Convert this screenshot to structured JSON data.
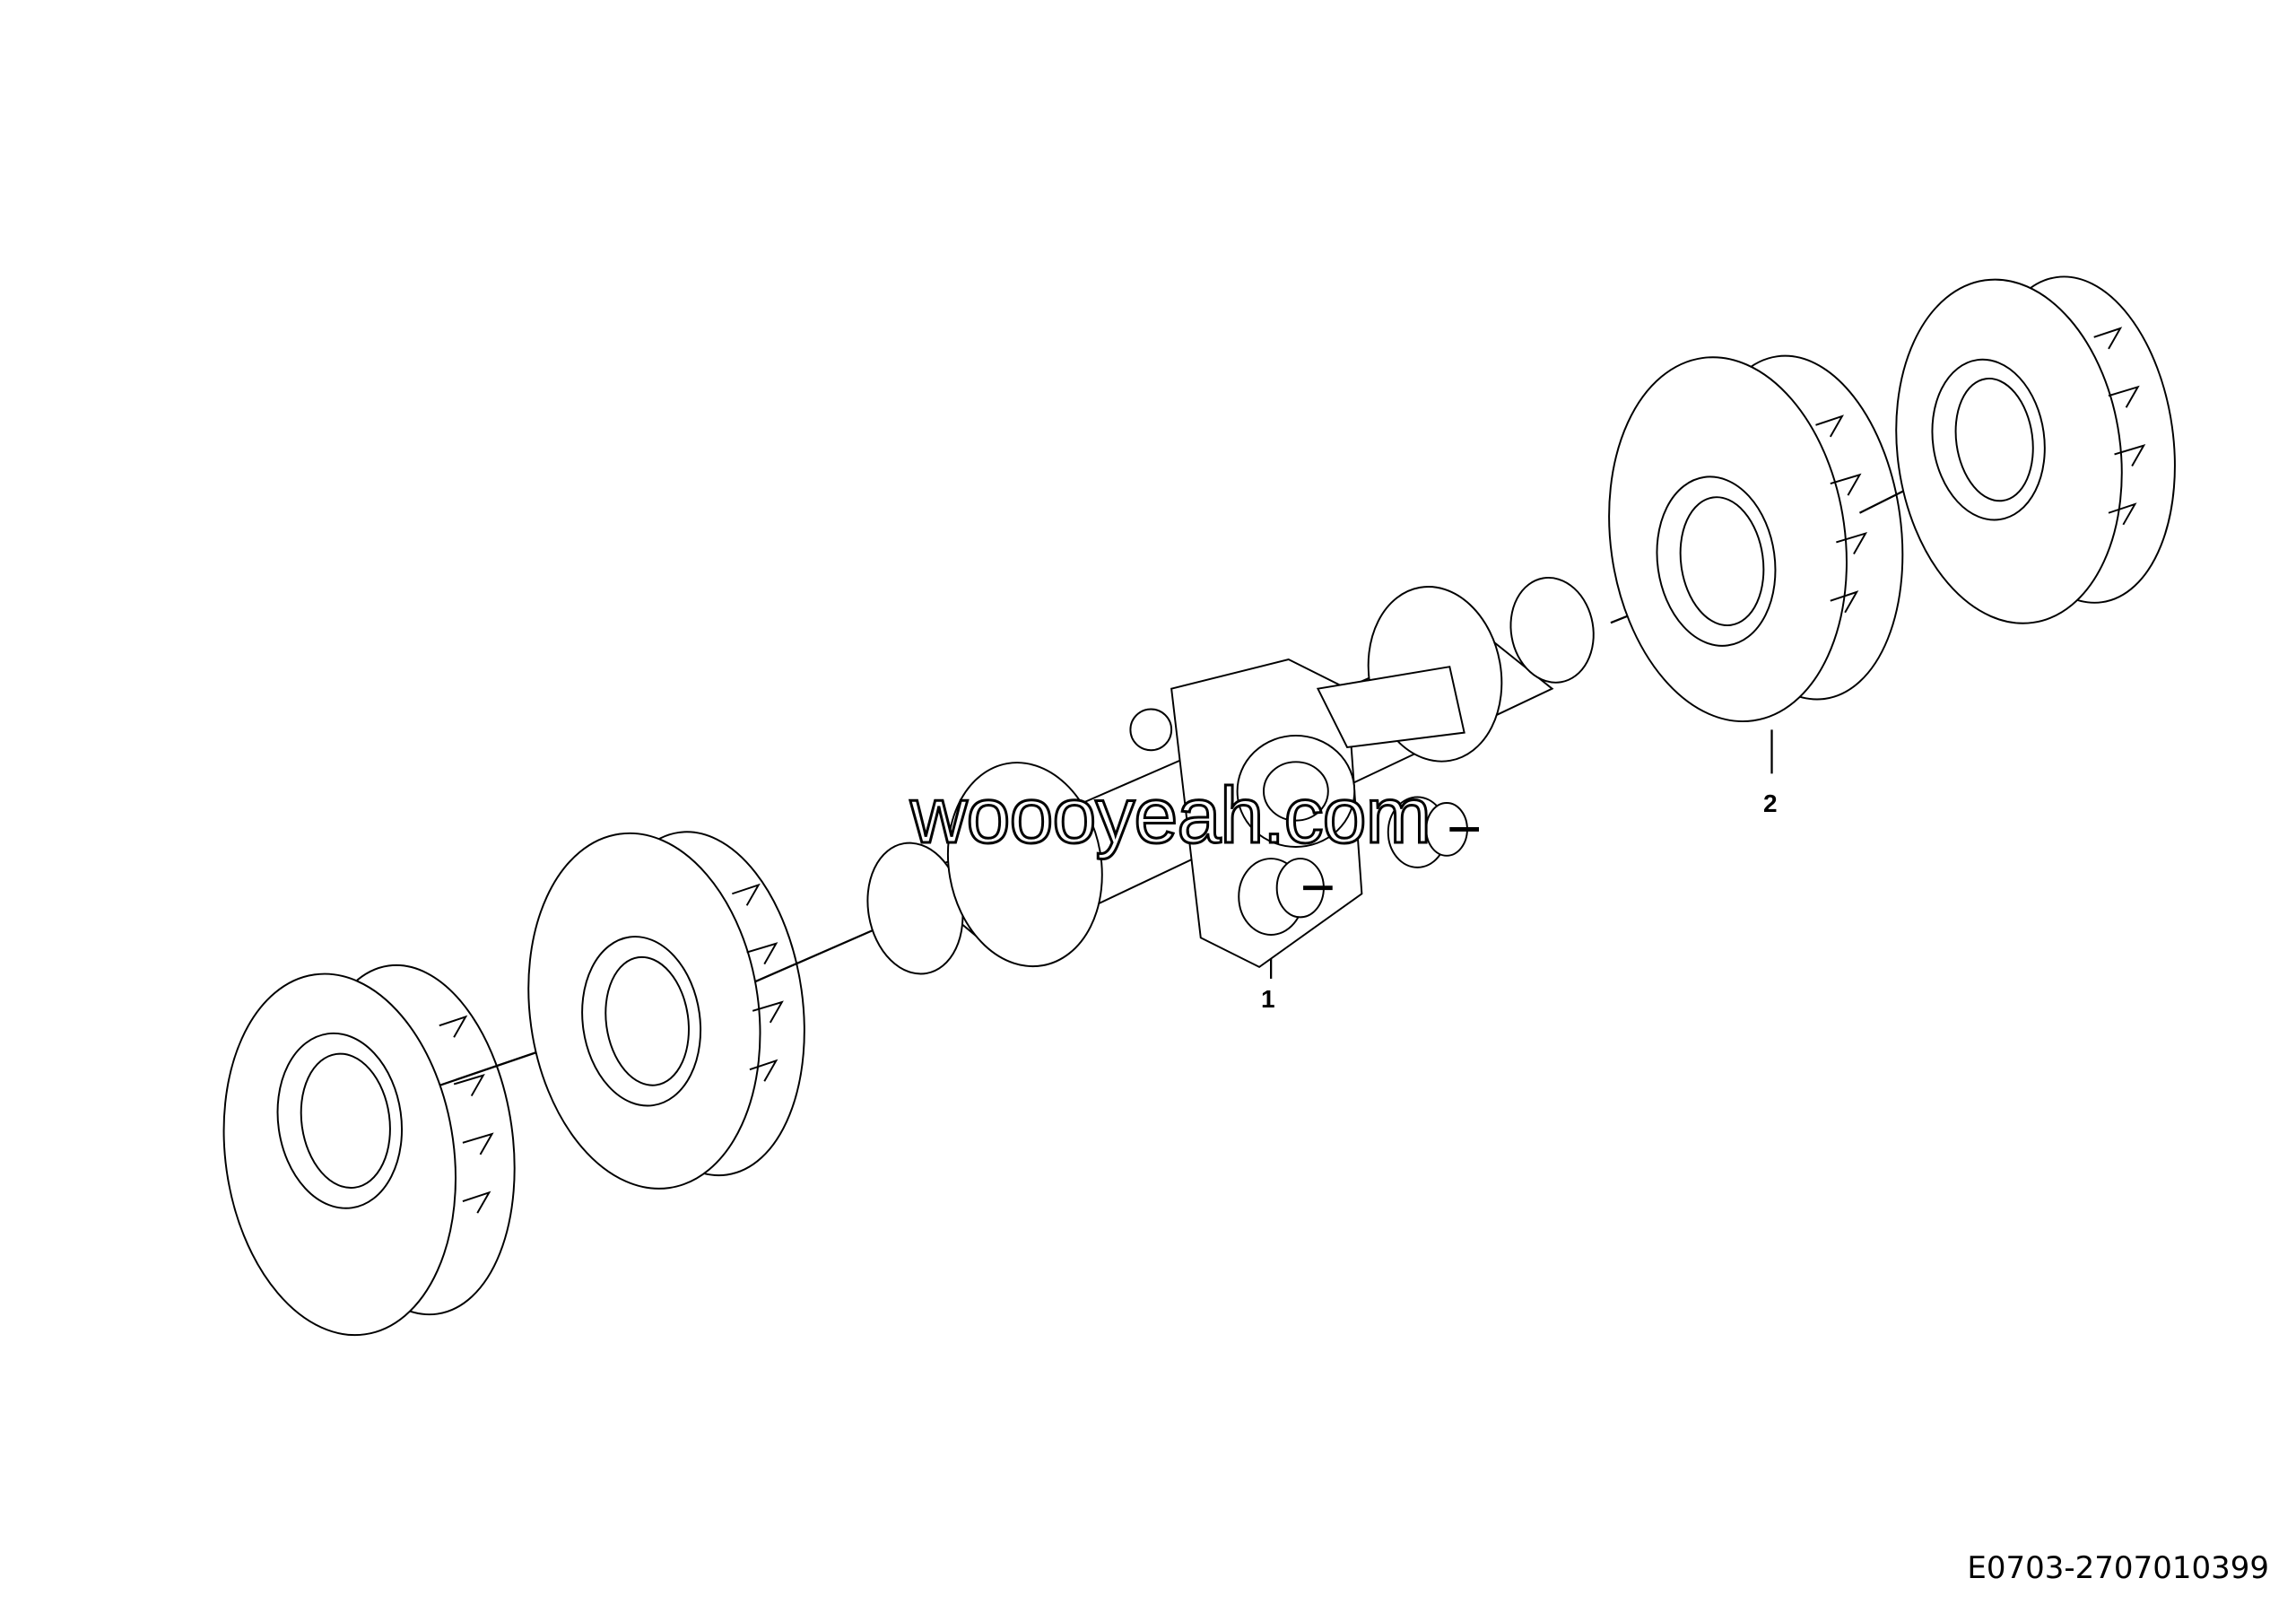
{
  "diagram": {
    "callouts": [
      {
        "id": "1",
        "label": "1"
      },
      {
        "id": "2",
        "label": "2"
      }
    ],
    "watermark": "woooyeah.com",
    "drawing_code": "E0703-2707010399",
    "line_color": "#000000",
    "background": "#ffffff"
  }
}
